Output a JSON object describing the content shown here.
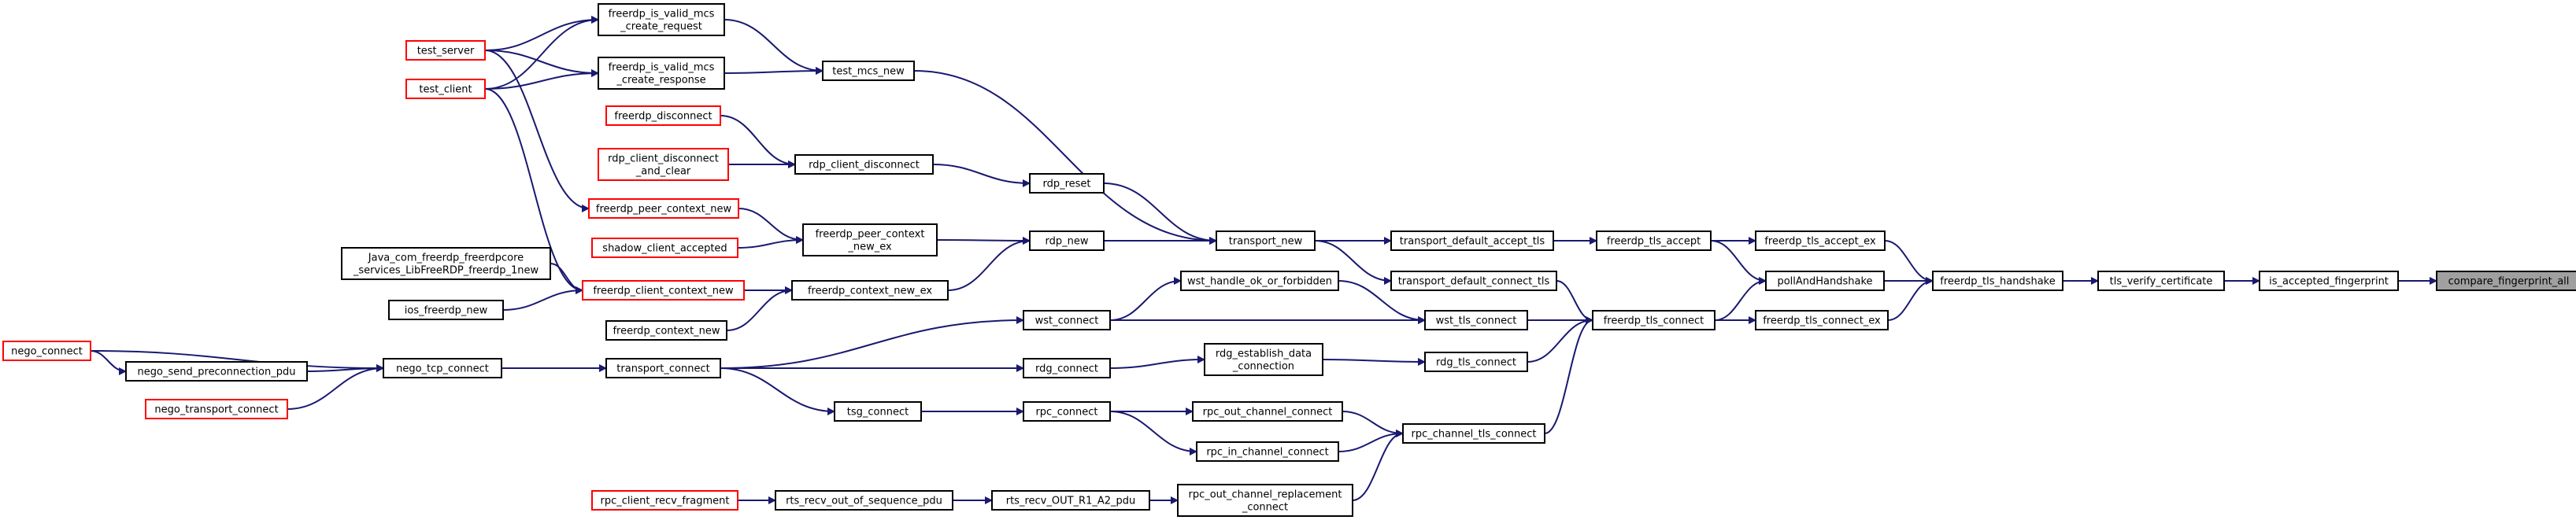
{
  "diagram": {
    "title": "",
    "colors": {
      "edge": "#191970",
      "external_border": "#ff0000",
      "normal_border": "#000000",
      "focus_fill": "#a0a0a0"
    },
    "nodes": [
      {
        "id": "compare_fingerprint_all",
        "lines": [
          "compare_fingerprint_all"
        ],
        "kind": "focus"
      },
      {
        "id": "is_accepted_fingerprint",
        "lines": [
          "is_accepted_fingerprint"
        ],
        "kind": "normal"
      },
      {
        "id": "tls_verify_certificate",
        "lines": [
          "tls_verify_certificate"
        ],
        "kind": "normal"
      },
      {
        "id": "freerdp_tls_handshake",
        "lines": [
          "freerdp_tls_handshake"
        ],
        "kind": "normal"
      },
      {
        "id": "freerdp_tls_accept_ex",
        "lines": [
          "freerdp_tls_accept_ex"
        ],
        "kind": "normal"
      },
      {
        "id": "pollAndHandshake",
        "lines": [
          "pollAndHandshake"
        ],
        "kind": "normal"
      },
      {
        "id": "freerdp_tls_connect_ex",
        "lines": [
          "freerdp_tls_connect_ex"
        ],
        "kind": "normal"
      },
      {
        "id": "freerdp_tls_accept",
        "lines": [
          "freerdp_tls_accept"
        ],
        "kind": "normal"
      },
      {
        "id": "freerdp_tls_connect",
        "lines": [
          "freerdp_tls_connect"
        ],
        "kind": "normal"
      },
      {
        "id": "transport_default_accept_tls",
        "lines": [
          "transport_default_accept_tls"
        ],
        "kind": "normal"
      },
      {
        "id": "transport_default_connect_tls",
        "lines": [
          "transport_default_connect_tls"
        ],
        "kind": "normal"
      },
      {
        "id": "wst_tls_connect",
        "lines": [
          "wst_tls_connect"
        ],
        "kind": "normal"
      },
      {
        "id": "rdg_tls_connect",
        "lines": [
          "rdg_tls_connect"
        ],
        "kind": "normal"
      },
      {
        "id": "rpc_channel_tls_connect",
        "lines": [
          "rpc_channel_tls_connect"
        ],
        "kind": "normal"
      },
      {
        "id": "transport_new",
        "lines": [
          "transport_new"
        ],
        "kind": "normal"
      },
      {
        "id": "wst_handle_ok_or_forbidden",
        "lines": [
          "wst_handle_ok_or_forbidden"
        ],
        "kind": "normal"
      },
      {
        "id": "wst_connect",
        "lines": [
          "wst_connect"
        ],
        "kind": "normal"
      },
      {
        "id": "rdg_establish_data_connection",
        "lines": [
          "rdg_establish_data",
          "_connection"
        ],
        "kind": "normal"
      },
      {
        "id": "rdg_connect",
        "lines": [
          "rdg_connect"
        ],
        "kind": "normal"
      },
      {
        "id": "rpc_out_channel_connect",
        "lines": [
          "rpc_out_channel_connect"
        ],
        "kind": "normal"
      },
      {
        "id": "rpc_in_channel_connect",
        "lines": [
          "rpc_in_channel_connect"
        ],
        "kind": "normal"
      },
      {
        "id": "rpc_out_channel_replacement_connect",
        "lines": [
          "rpc_out_channel_replacement",
          "_connect"
        ],
        "kind": "normal"
      },
      {
        "id": "rpc_connect",
        "lines": [
          "rpc_connect"
        ],
        "kind": "normal"
      },
      {
        "id": "tsg_connect",
        "lines": [
          "tsg_connect"
        ],
        "kind": "normal"
      },
      {
        "id": "transport_connect",
        "lines": [
          "transport_connect"
        ],
        "kind": "normal"
      },
      {
        "id": "rts_recv_OUT_R1_A2_pdu",
        "lines": [
          "rts_recv_OUT_R1_A2_pdu"
        ],
        "kind": "normal"
      },
      {
        "id": "rts_recv_out_of_sequence_pdu",
        "lines": [
          "rts_recv_out_of_sequence_pdu"
        ],
        "kind": "normal"
      },
      {
        "id": "rpc_client_recv_fragment",
        "lines": [
          "rpc_client_recv_fragment"
        ],
        "kind": "external"
      },
      {
        "id": "rdp_new",
        "lines": [
          "rdp_new"
        ],
        "kind": "normal"
      },
      {
        "id": "rdp_reset",
        "lines": [
          "rdp_reset"
        ],
        "kind": "normal"
      },
      {
        "id": "test_mcs_new",
        "lines": [
          "test_mcs_new"
        ],
        "kind": "normal"
      },
      {
        "id": "freerdp_is_valid_mcs_create_request",
        "lines": [
          "freerdp_is_valid_mcs",
          "_create_request"
        ],
        "kind": "normal"
      },
      {
        "id": "freerdp_is_valid_mcs_create_response",
        "lines": [
          "freerdp_is_valid_mcs",
          "_create_response"
        ],
        "kind": "normal"
      },
      {
        "id": "test_server",
        "lines": [
          "test_server"
        ],
        "kind": "external"
      },
      {
        "id": "test_client",
        "lines": [
          "test_client"
        ],
        "kind": "external"
      },
      {
        "id": "rdp_client_disconnect",
        "lines": [
          "rdp_client_disconnect"
        ],
        "kind": "normal"
      },
      {
        "id": "freerdp_disconnect",
        "lines": [
          "freerdp_disconnect"
        ],
        "kind": "external"
      },
      {
        "id": "rdp_client_disconnect_and_clear",
        "lines": [
          "rdp_client_disconnect",
          "_and_clear"
        ],
        "kind": "external"
      },
      {
        "id": "freerdp_peer_context_new_ex",
        "lines": [
          "freerdp_peer_context",
          "_new_ex"
        ],
        "kind": "normal"
      },
      {
        "id": "freerdp_peer_context_new",
        "lines": [
          "freerdp_peer_context_new"
        ],
        "kind": "external"
      },
      {
        "id": "shadow_client_accepted",
        "lines": [
          "shadow_client_accepted"
        ],
        "kind": "external"
      },
      {
        "id": "freerdp_context_new_ex",
        "lines": [
          "freerdp_context_new_ex"
        ],
        "kind": "normal"
      },
      {
        "id": "freerdp_client_context_new",
        "lines": [
          "freerdp_client_context_new"
        ],
        "kind": "external"
      },
      {
        "id": "freerdp_context_new",
        "lines": [
          "freerdp_context_new"
        ],
        "kind": "normal"
      },
      {
        "id": "java_new",
        "lines": [
          "Java_com_freerdp_freerdpcore",
          "_services_LibFreeRDP_freerdp_1new"
        ],
        "kind": "normal"
      },
      {
        "id": "ios_freerdp_new",
        "lines": [
          "ios_freerdp_new"
        ],
        "kind": "normal"
      },
      {
        "id": "nego_tcp_connect",
        "lines": [
          "nego_tcp_connect"
        ],
        "kind": "normal"
      },
      {
        "id": "nego_connect",
        "lines": [
          "nego_connect"
        ],
        "kind": "external"
      },
      {
        "id": "nego_send_preconnection_pdu",
        "lines": [
          "nego_send_preconnection_pdu"
        ],
        "kind": "normal"
      },
      {
        "id": "nego_transport_connect",
        "lines": [
          "nego_transport_connect"
        ],
        "kind": "external"
      }
    ],
    "edges": [
      [
        "is_accepted_fingerprint",
        "compare_fingerprint_all"
      ],
      [
        "tls_verify_certificate",
        "is_accepted_fingerprint"
      ],
      [
        "freerdp_tls_handshake",
        "tls_verify_certificate"
      ],
      [
        "freerdp_tls_accept_ex",
        "freerdp_tls_handshake"
      ],
      [
        "pollAndHandshake",
        "freerdp_tls_handshake"
      ],
      [
        "freerdp_tls_connect_ex",
        "freerdp_tls_handshake"
      ],
      [
        "freerdp_tls_accept",
        "freerdp_tls_accept_ex"
      ],
      [
        "freerdp_tls_accept",
        "pollAndHandshake"
      ],
      [
        "freerdp_tls_connect",
        "pollAndHandshake"
      ],
      [
        "freerdp_tls_connect",
        "freerdp_tls_connect_ex"
      ],
      [
        "transport_default_accept_tls",
        "freerdp_tls_accept"
      ],
      [
        "transport_default_connect_tls",
        "freerdp_tls_connect"
      ],
      [
        "wst_tls_connect",
        "freerdp_tls_connect"
      ],
      [
        "rdg_tls_connect",
        "freerdp_tls_connect"
      ],
      [
        "rpc_channel_tls_connect",
        "freerdp_tls_connect"
      ],
      [
        "transport_new",
        "transport_default_accept_tls"
      ],
      [
        "transport_new",
        "transport_default_connect_tls"
      ],
      [
        "wst_handle_ok_or_forbidden",
        "wst_tls_connect"
      ],
      [
        "wst_connect",
        "wst_tls_connect"
      ],
      [
        "wst_connect",
        "wst_handle_ok_or_forbidden"
      ],
      [
        "rdg_establish_data_connection",
        "rdg_tls_connect"
      ],
      [
        "rdg_connect",
        "rdg_establish_data_connection"
      ],
      [
        "rpc_out_channel_connect",
        "rpc_channel_tls_connect"
      ],
      [
        "rpc_in_channel_connect",
        "rpc_channel_tls_connect"
      ],
      [
        "rpc_out_channel_replacement_connect",
        "rpc_channel_tls_connect"
      ],
      [
        "rpc_connect",
        "rpc_out_channel_connect"
      ],
      [
        "rpc_connect",
        "rpc_in_channel_connect"
      ],
      [
        "tsg_connect",
        "rpc_connect"
      ],
      [
        "transport_connect",
        "wst_connect"
      ],
      [
        "transport_connect",
        "rdg_connect"
      ],
      [
        "transport_connect",
        "tsg_connect"
      ],
      [
        "rts_recv_OUT_R1_A2_pdu",
        "rpc_out_channel_replacement_connect"
      ],
      [
        "rts_recv_out_of_sequence_pdu",
        "rts_recv_OUT_R1_A2_pdu"
      ],
      [
        "rpc_client_recv_fragment",
        "rts_recv_out_of_sequence_pdu"
      ],
      [
        "rdp_new",
        "transport_new"
      ],
      [
        "rdp_reset",
        "transport_new"
      ],
      [
        "test_mcs_new",
        "transport_new"
      ],
      [
        "freerdp_is_valid_mcs_create_request",
        "test_mcs_new"
      ],
      [
        "freerdp_is_valid_mcs_create_response",
        "test_mcs_new"
      ],
      [
        "test_server",
        "freerdp_is_valid_mcs_create_request"
      ],
      [
        "test_server",
        "freerdp_is_valid_mcs_create_response"
      ],
      [
        "test_client",
        "freerdp_is_valid_mcs_create_request"
      ],
      [
        "test_client",
        "freerdp_is_valid_mcs_create_response"
      ],
      [
        "rdp_client_disconnect",
        "rdp_reset"
      ],
      [
        "freerdp_disconnect",
        "rdp_client_disconnect"
      ],
      [
        "rdp_client_disconnect_and_clear",
        "rdp_client_disconnect"
      ],
      [
        "freerdp_peer_context_new_ex",
        "rdp_new"
      ],
      [
        "freerdp_peer_context_new",
        "freerdp_peer_context_new_ex"
      ],
      [
        "shadow_client_accepted",
        "freerdp_peer_context_new_ex"
      ],
      [
        "test_server",
        "freerdp_peer_context_new"
      ],
      [
        "freerdp_context_new_ex",
        "rdp_new"
      ],
      [
        "freerdp_client_context_new",
        "freerdp_context_new_ex"
      ],
      [
        "freerdp_context_new",
        "freerdp_context_new_ex"
      ],
      [
        "java_new",
        "freerdp_client_context_new"
      ],
      [
        "ios_freerdp_new",
        "freerdp_client_context_new"
      ],
      [
        "test_client",
        "freerdp_client_context_new"
      ],
      [
        "nego_tcp_connect",
        "transport_connect"
      ],
      [
        "nego_connect",
        "nego_tcp_connect"
      ],
      [
        "nego_connect",
        "nego_send_preconnection_pdu"
      ],
      [
        "nego_send_preconnection_pdu",
        "nego_tcp_connect"
      ],
      [
        "nego_transport_connect",
        "nego_tcp_connect"
      ]
    ]
  }
}
